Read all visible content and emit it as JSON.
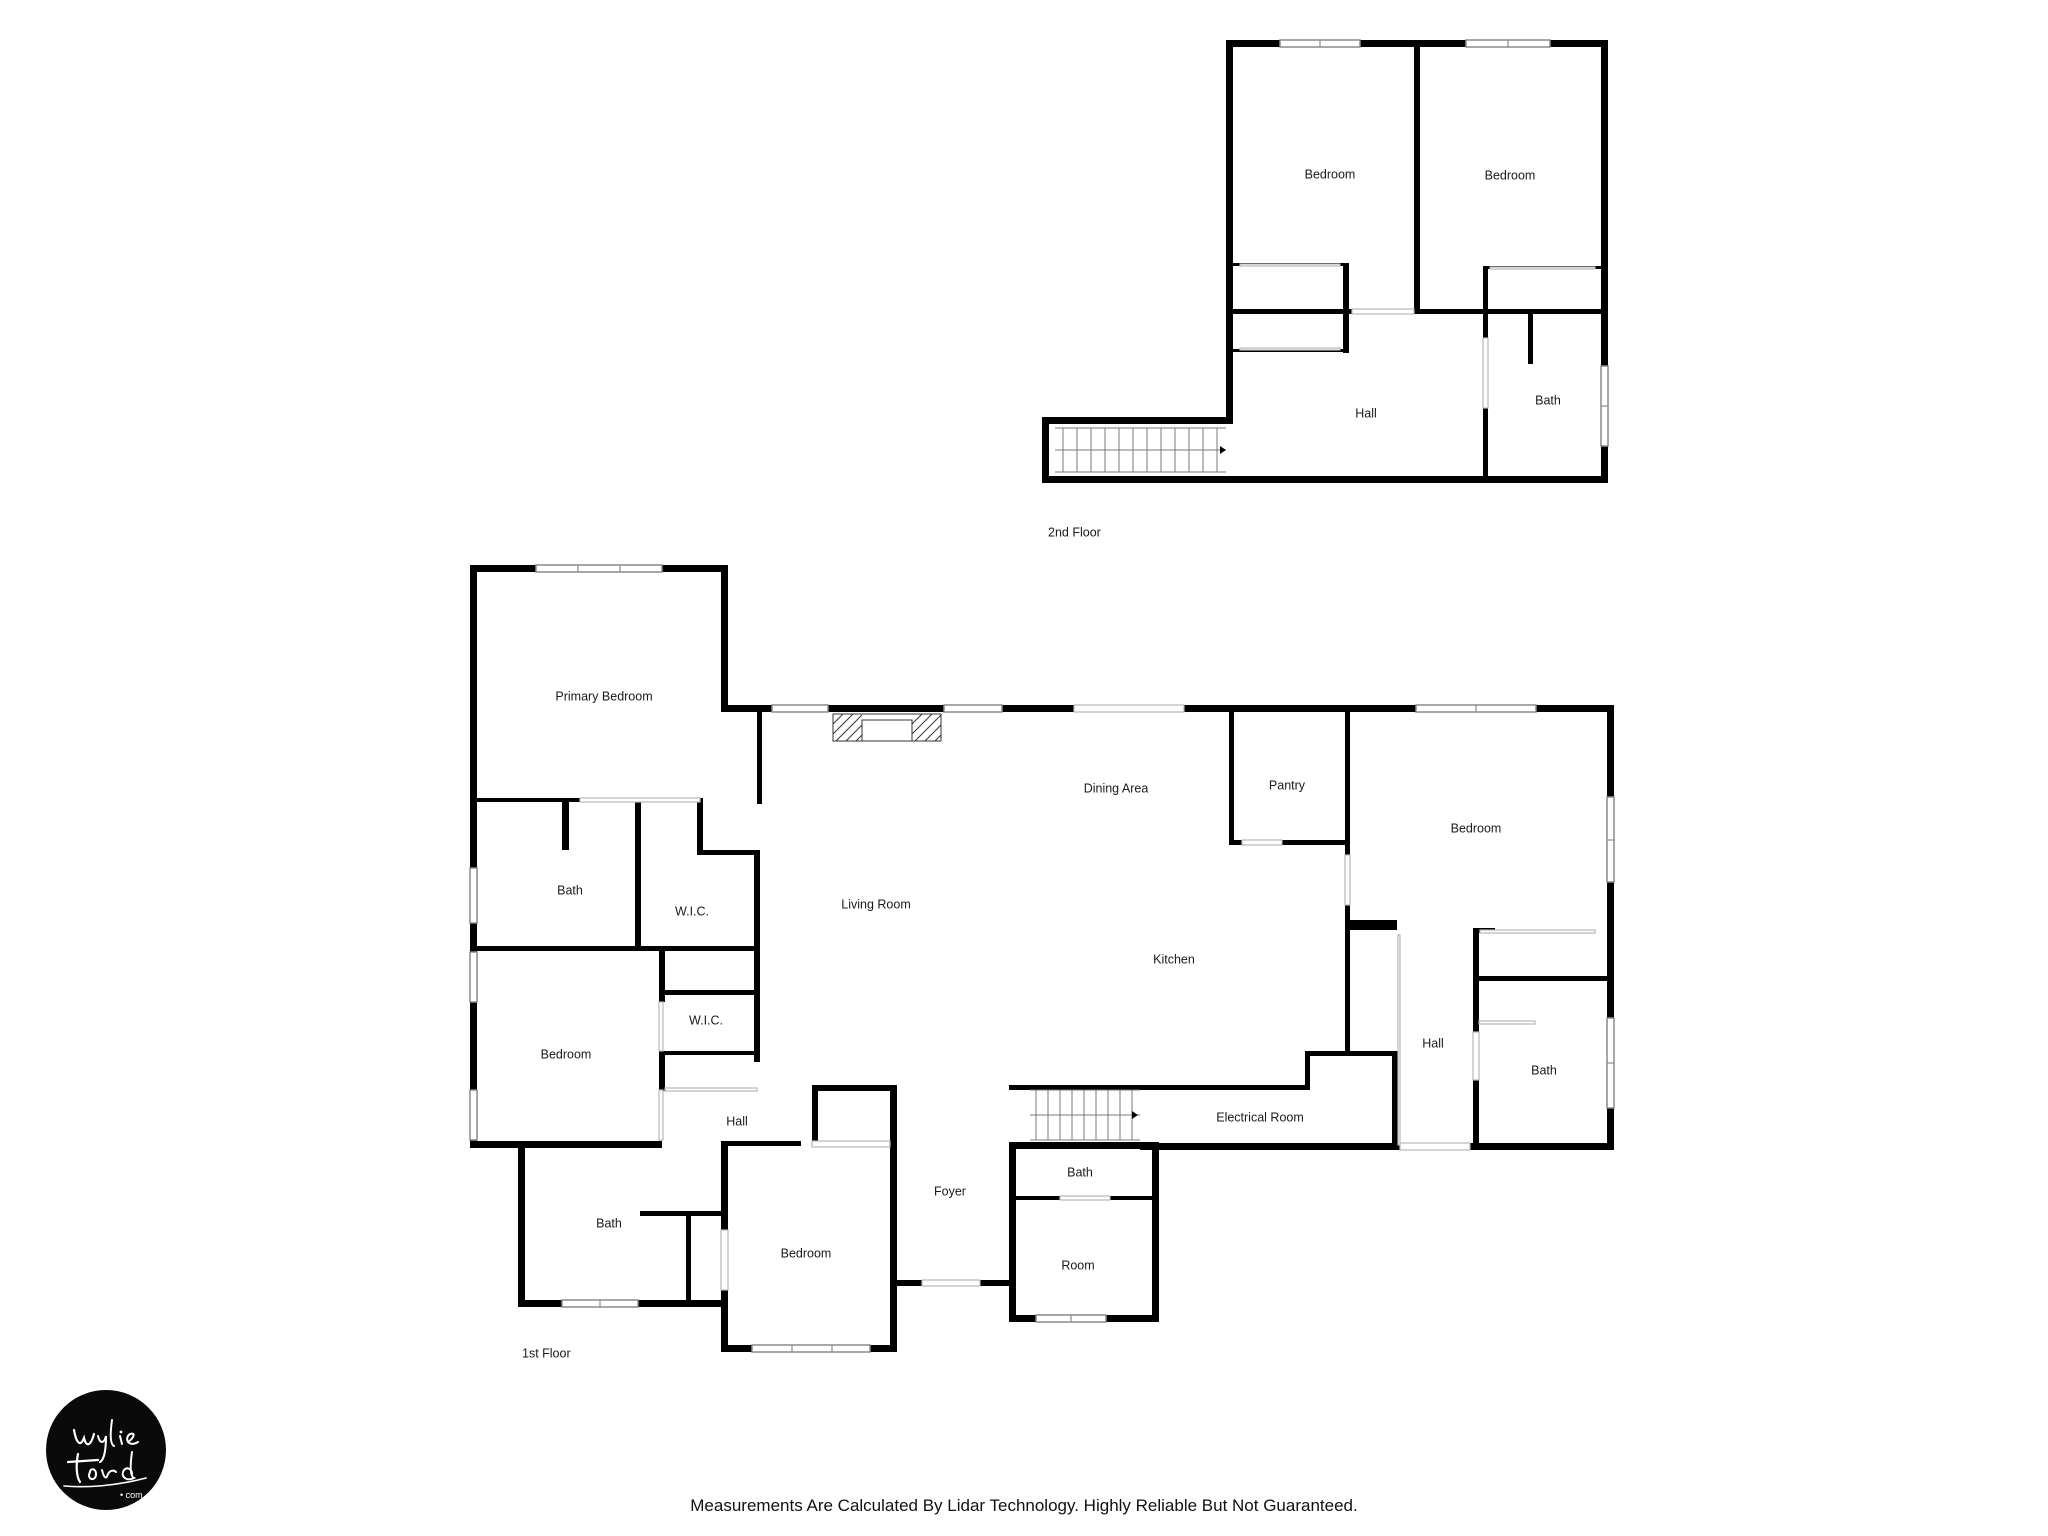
{
  "floors": {
    "second": {
      "label": "2nd Floor",
      "rooms": {
        "bedroom_left": "Bedroom",
        "bedroom_right": "Bedroom",
        "hall": "Hall",
        "bath": "Bath"
      }
    },
    "first": {
      "label": "1st Floor",
      "rooms": {
        "primary_bedroom": "Primary Bedroom",
        "bath_primary": "Bath",
        "wic_1": "W.I.C.",
        "wic_2": "W.I.C.",
        "bedroom_west": "Bedroom",
        "hall_west": "Hall",
        "bath_southwest": "Bath",
        "bedroom_south": "Bedroom",
        "living_room": "Living Room",
        "dining_area": "Dining Area",
        "kitchen": "Kitchen",
        "pantry": "Pantry",
        "bedroom_east": "Bedroom",
        "hall_east": "Hall",
        "bath_east": "Bath",
        "electrical_room": "Electrical Room",
        "foyer": "Foyer",
        "bath_small": "Bath",
        "room": "Room"
      }
    }
  },
  "disclaimer": "Measurements Are Calculated By Lidar Technology. Highly Reliable But Not Guaranteed.",
  "logo": {
    "text": "Wylie Ford .com",
    "background": "#0a0a0a",
    "ink": "#ffffff"
  },
  "colors": {
    "wall": "#000000",
    "window": "#8a8a8a",
    "background": "#ffffff"
  }
}
